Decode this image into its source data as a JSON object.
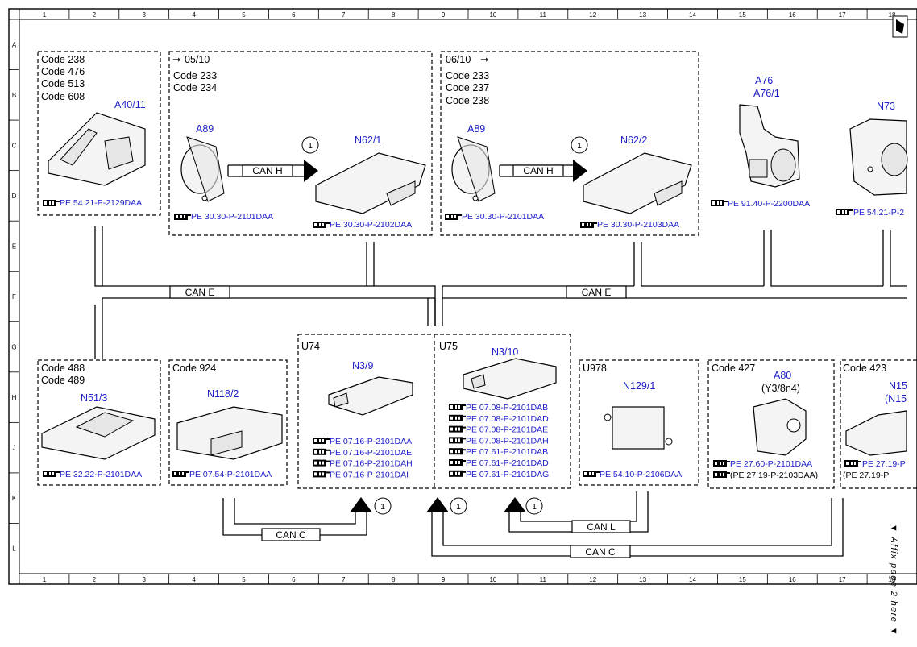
{
  "grid": {
    "columns": [
      "1",
      "2",
      "3",
      "4",
      "5",
      "6",
      "7",
      "8",
      "9",
      "10",
      "11",
      "12",
      "13",
      "14",
      "15",
      "16",
      "17",
      "18"
    ],
    "rows": [
      "A",
      "B",
      "C",
      "D",
      "E",
      "F",
      "G",
      "H",
      "J",
      "K",
      "L"
    ]
  },
  "ref_icon": "pointing-hand-icon",
  "affix_text": "▼ Affix page 2 here ▼",
  "buses": {
    "can_e_left": "CAN E",
    "can_e_right": "CAN E",
    "can_h_1": "CAN H",
    "can_h_2": "CAN H",
    "can_c_left": "CAN C",
    "can_c_right": "CAN C",
    "can_l": "CAN L",
    "marker": "1"
  },
  "modules": {
    "a40": {
      "codes": [
        "Code 238",
        "Code 476",
        "Code 513",
        "Code 608"
      ],
      "label": "A40/11",
      "ref": "PE 54.21-P-2129DAA"
    },
    "grp1": {
      "date": "05/10",
      "codes": [
        "Code 233",
        "Code 234"
      ],
      "a89": "A89",
      "a89_ref": "PE 30.30-P-2101DAA",
      "n62": "N62/1",
      "n62_ref": "PE 30.30-P-2102DAA"
    },
    "grp2": {
      "date": "06/10",
      "codes": [
        "Code 233",
        "Code 237",
        "Code 238"
      ],
      "a89": "A89",
      "a89_ref": "PE 30.30-P-2101DAA",
      "n62": "N62/2",
      "n62_ref": "PE 30.30-P-2103DAA"
    },
    "a76": {
      "label1": "A76",
      "label2": "A76/1",
      "ref": "PE 91.40-P-2200DAA"
    },
    "n73": {
      "label": "N73",
      "ref": "PE 54.21-P-2"
    },
    "n51": {
      "codes": [
        "Code 488",
        "Code 489"
      ],
      "label": "N51/3",
      "ref": "PE 32.22-P-2101DAA"
    },
    "n118": {
      "codes": [
        "Code 924"
      ],
      "label": "N118/2",
      "ref": "PE 07.54-P-2101DAA"
    },
    "u74": {
      "code": "U74",
      "label": "N3/9",
      "refs": [
        "PE 07.16-P-2101DAA",
        "PE 07.16-P-2101DAE",
        "PE 07.16-P-2101DAH",
        "PE 07.16-P-2101DAI"
      ]
    },
    "u75": {
      "code": "U75",
      "label": "N3/10",
      "refs": [
        "PE 07.08-P-2101DAB",
        "PE 07.08-P-2101DAD",
        "PE 07.08-P-2101DAE",
        "PE 07.08-P-2101DAH",
        "PE 07.61-P-2101DAB",
        "PE 07.61-P-2101DAD",
        "PE 07.61-P-2101DAG"
      ]
    },
    "n129": {
      "code": "U978",
      "label": "N129/1",
      "ref": "PE 54.10-P-2106DAA"
    },
    "a80": {
      "code": "Code 427",
      "label": "A80",
      "label2": "(Y3/8n4)",
      "ref1": "PE 27.60-P-2101DAA",
      "ref2": "(PE 27.19-P-2103DAA)"
    },
    "n15": {
      "code": "Code 423",
      "label": "N15",
      "label2": "(N15",
      "ref1": "PE 27.19-P",
      "ref2": "(PE 27.19-P"
    }
  }
}
